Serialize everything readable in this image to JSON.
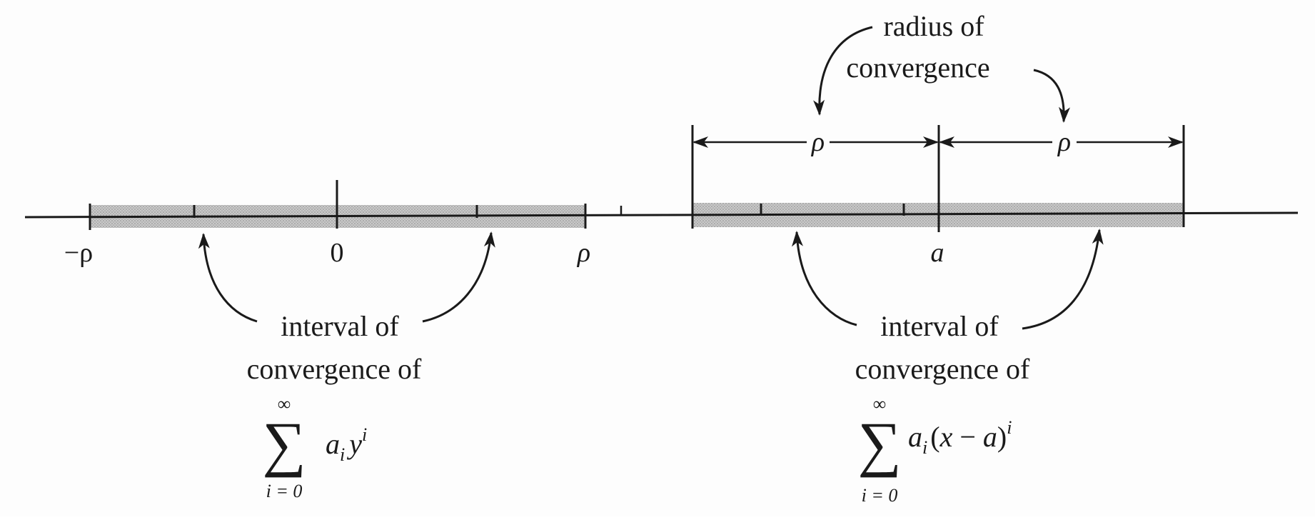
{
  "figure": {
    "top_annotation": {
      "line1": "radius of",
      "line2": "convergence"
    },
    "radius_symbol": "ρ",
    "left_interval": {
      "left_label": "−ρ",
      "center_label": "0",
      "right_label": "ρ",
      "caption_line1": "interval of",
      "caption_line2": "convergence of",
      "sum_upper": "∞",
      "sum_sign": "∑",
      "sum_lower": "i = 0",
      "term_coef": "a",
      "term_coef_sub": "i",
      "term_var": "y",
      "term_var_sup": "i"
    },
    "right_interval": {
      "center_label": "a",
      "caption_line1": "interval of",
      "caption_line2": "convergence of",
      "sum_upper": "∞",
      "sum_sign": "∑",
      "sum_lower": "i = 0",
      "term_coef": "a",
      "term_coef_sub": "i",
      "term_open": "(",
      "term_x": "x",
      "term_minus": " − ",
      "term_a": "a",
      "term_close": ")",
      "term_sup": "i"
    },
    "colors": {
      "ink": "#1a1a1a",
      "shading": "#b8b8b8"
    }
  }
}
